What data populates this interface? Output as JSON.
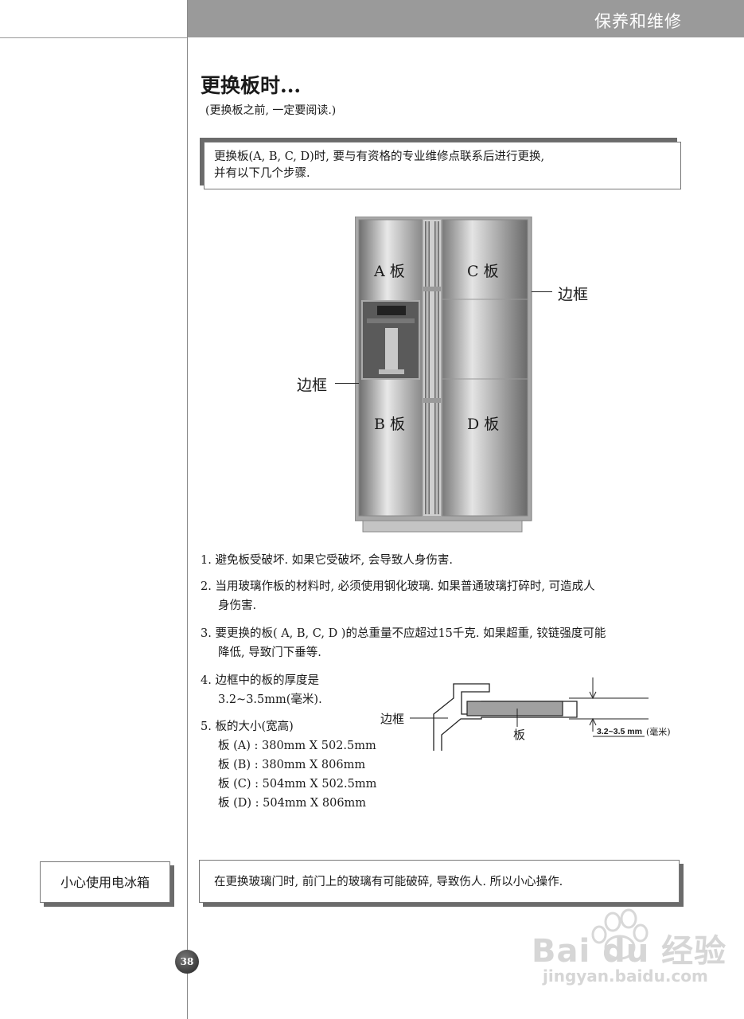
{
  "header": {
    "section_title": "保养和维修"
  },
  "page": {
    "title": "更换板时...",
    "subtitle": "(更换板之前, 一定要阅读.)",
    "notice_line1": "更换板(A, B, C, D)时, 要与有资格的专业维修点联系后进行更换,",
    "notice_line2": "并有以下几个步骤."
  },
  "fridge_labels": {
    "a": "A 板",
    "b": "B 板",
    "c": "C 板",
    "d": "D 板",
    "frame_right": "边框",
    "frame_left": "边框"
  },
  "steps": [
    {
      "line1": "1. 避免板受破坏.  如果它受破坏, 会导致人身伤害."
    },
    {
      "line1": "2. 当用玻璃作板的材料时, 必须使用钢化玻璃.  如果普通玻璃打碎时, 可造成人",
      "line2": "身伤害."
    },
    {
      "line1": "3. 要更换的板( A, B, C, D  )的总重量不应超过15千克.  如果超重, 铰链强度可能",
      "line2": "降低, 导致门下垂等."
    },
    {
      "line1": "4. 边框中的板的厚度是",
      "line2": "3.2~3.5mm(毫米)."
    },
    {
      "line1": "5. 板的大小(宽高)",
      "sizes": [
        "板 (A) : 380mm X 502.5mm",
        "板 (B) : 380mm X 806mm",
        "板 (C) : 504mm X 502.5mm",
        "板 (D) : 504mm X 806mm"
      ]
    }
  ],
  "diagram": {
    "frame_label": "边框",
    "panel_label": "板",
    "thickness": "3.2~3.5 mm",
    "unit": "(毫米)"
  },
  "side_label": "小心使用电冰箱",
  "warning": "在更换玻璃门时, 前门上的玻璃有可能破碎, 导致伤人.  所以小心操作.",
  "page_number": "38",
  "watermark": {
    "brand": "Bai du 经验",
    "url": "jingyan.baidu.com"
  }
}
